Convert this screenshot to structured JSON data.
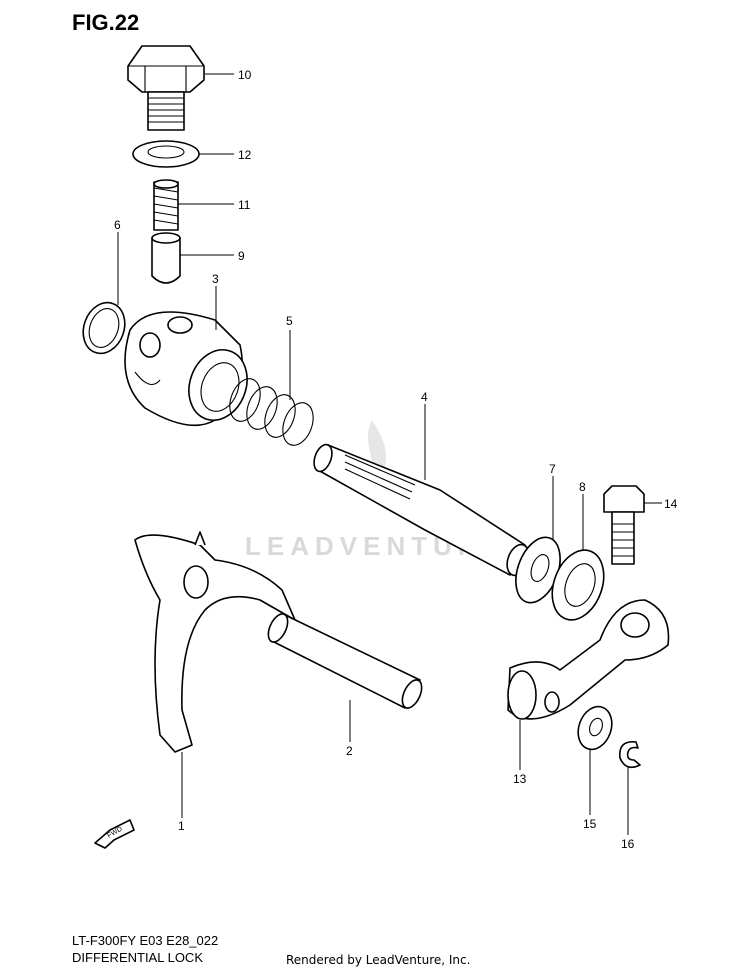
{
  "figure": {
    "title": "FIG.22",
    "model_code": "LT-F300FY E03 E28_022",
    "name": "DIFFERENTIAL LOCK"
  },
  "watermark": {
    "text": "LEADVENTURE"
  },
  "footer": {
    "rendered_by": "Rendered by LeadVenture, Inc."
  },
  "direction_marker": {
    "label": "FWD"
  },
  "callouts": [
    {
      "id": "10",
      "label": "10",
      "part": "bolt"
    },
    {
      "id": "12",
      "label": "12",
      "part": "gasket"
    },
    {
      "id": "11",
      "label": "11",
      "part": "spring"
    },
    {
      "id": "9",
      "label": "9",
      "part": "detent-pin"
    },
    {
      "id": "6",
      "label": "6",
      "part": "o-ring"
    },
    {
      "id": "3",
      "label": "3",
      "part": "cam"
    },
    {
      "id": "5",
      "label": "5",
      "part": "spring"
    },
    {
      "id": "4",
      "label": "4",
      "part": "shaft"
    },
    {
      "id": "7",
      "label": "7",
      "part": "washer"
    },
    {
      "id": "8",
      "label": "8",
      "part": "oil-seal"
    },
    {
      "id": "14",
      "label": "14",
      "part": "bolt"
    },
    {
      "id": "2",
      "label": "2",
      "part": "shaft"
    },
    {
      "id": "13",
      "label": "13",
      "part": "lever"
    },
    {
      "id": "1",
      "label": "1",
      "part": "fork"
    },
    {
      "id": "15",
      "label": "15",
      "part": "washer"
    },
    {
      "id": "16",
      "label": "16",
      "part": "e-ring"
    }
  ],
  "colors": {
    "ink": "#000000",
    "watermark": "#d9d9d9",
    "background": "#ffffff"
  }
}
